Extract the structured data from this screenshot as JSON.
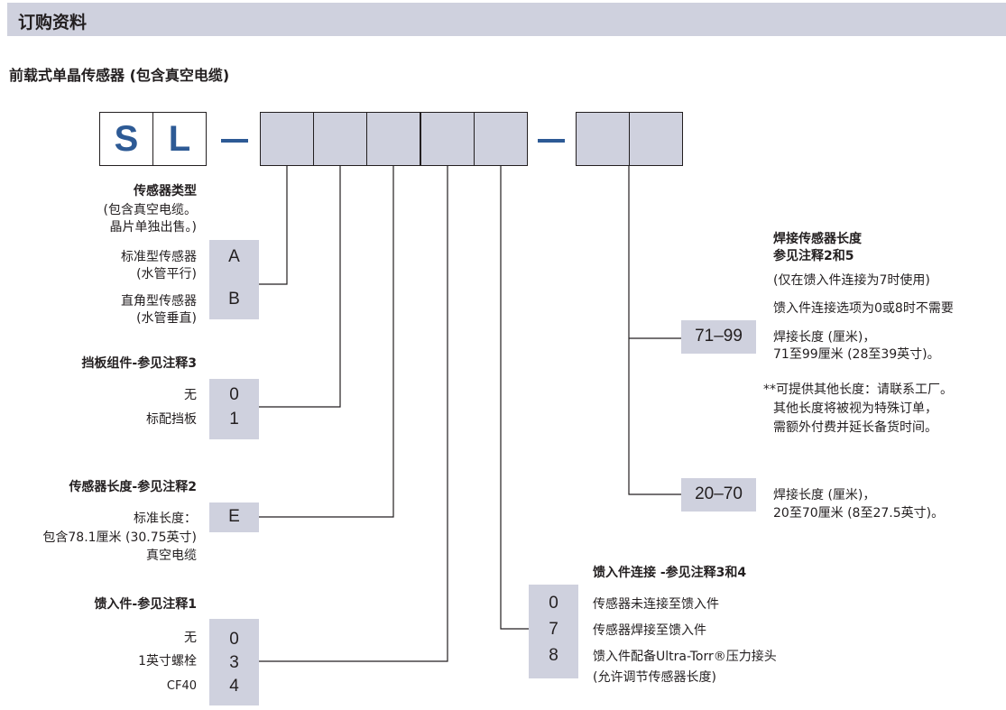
{
  "header": {
    "title": "订购资料"
  },
  "subtitle": "前载式单晶传感器 (包含真空电缆)",
  "code": {
    "fixed": [
      "S",
      "L"
    ],
    "separator": "–"
  },
  "sensor_type": {
    "title": "传感器类型",
    "note1": "(包含真空电缆。",
    "note2": "晶片单独出售。)",
    "options": [
      {
        "code": "A",
        "l1": "标准型传感器",
        "l2": "(水管平行)"
      },
      {
        "code": "B",
        "l1": "直角型传感器",
        "l2": "(水管垂直)"
      }
    ]
  },
  "baffle": {
    "title": "挡板组件-参见注释3",
    "options": [
      {
        "code": "0",
        "label": "无"
      },
      {
        "code": "1",
        "label": "标配挡板"
      }
    ]
  },
  "length": {
    "title": "传感器长度-参见注释2",
    "code": "E",
    "l1": "标准长度：",
    "l2": "包含78.1厘米 (30.75英寸)",
    "l3": "真空电缆"
  },
  "feedthrough": {
    "title": "馈入件-参见注释1",
    "options": [
      {
        "code": "0",
        "label": "无"
      },
      {
        "code": "3",
        "label": "1英寸螺栓"
      },
      {
        "code": "4",
        "label": "CF40"
      }
    ]
  },
  "feed_conn": {
    "title": "馈入件连接 -参见注释3和4",
    "options": [
      {
        "code": "0",
        "label": "传感器未连接至馈入件"
      },
      {
        "code": "7",
        "label": "传感器焊接至馈入件"
      },
      {
        "code": "8",
        "label": "馈入件配备Ultra-Torr®压力接头"
      }
    ],
    "note": "(允许调节传感器长度)"
  },
  "weld": {
    "title1": "焊接传感器长度",
    "title2": "参见注释2和5",
    "n1": "(仅在馈入件连接为7时使用)",
    "n2": "馈入件连接选项为0或8时不需要",
    "opt1": {
      "code": "71–99",
      "l1": "焊接长度 (厘米)，",
      "l2": "71至99厘米 (28至39英寸)。"
    },
    "other": {
      "l1": "**可提供其他长度：请联系工厂。",
      "l2": "其他长度将被视为特殊订单，",
      "l3": "需额外付费并延长备货时间。"
    },
    "opt2": {
      "code": "20–70",
      "l1": "焊接长度 (厘米)，",
      "l2": "20至70厘米 (8至27.5英寸)。"
    }
  }
}
